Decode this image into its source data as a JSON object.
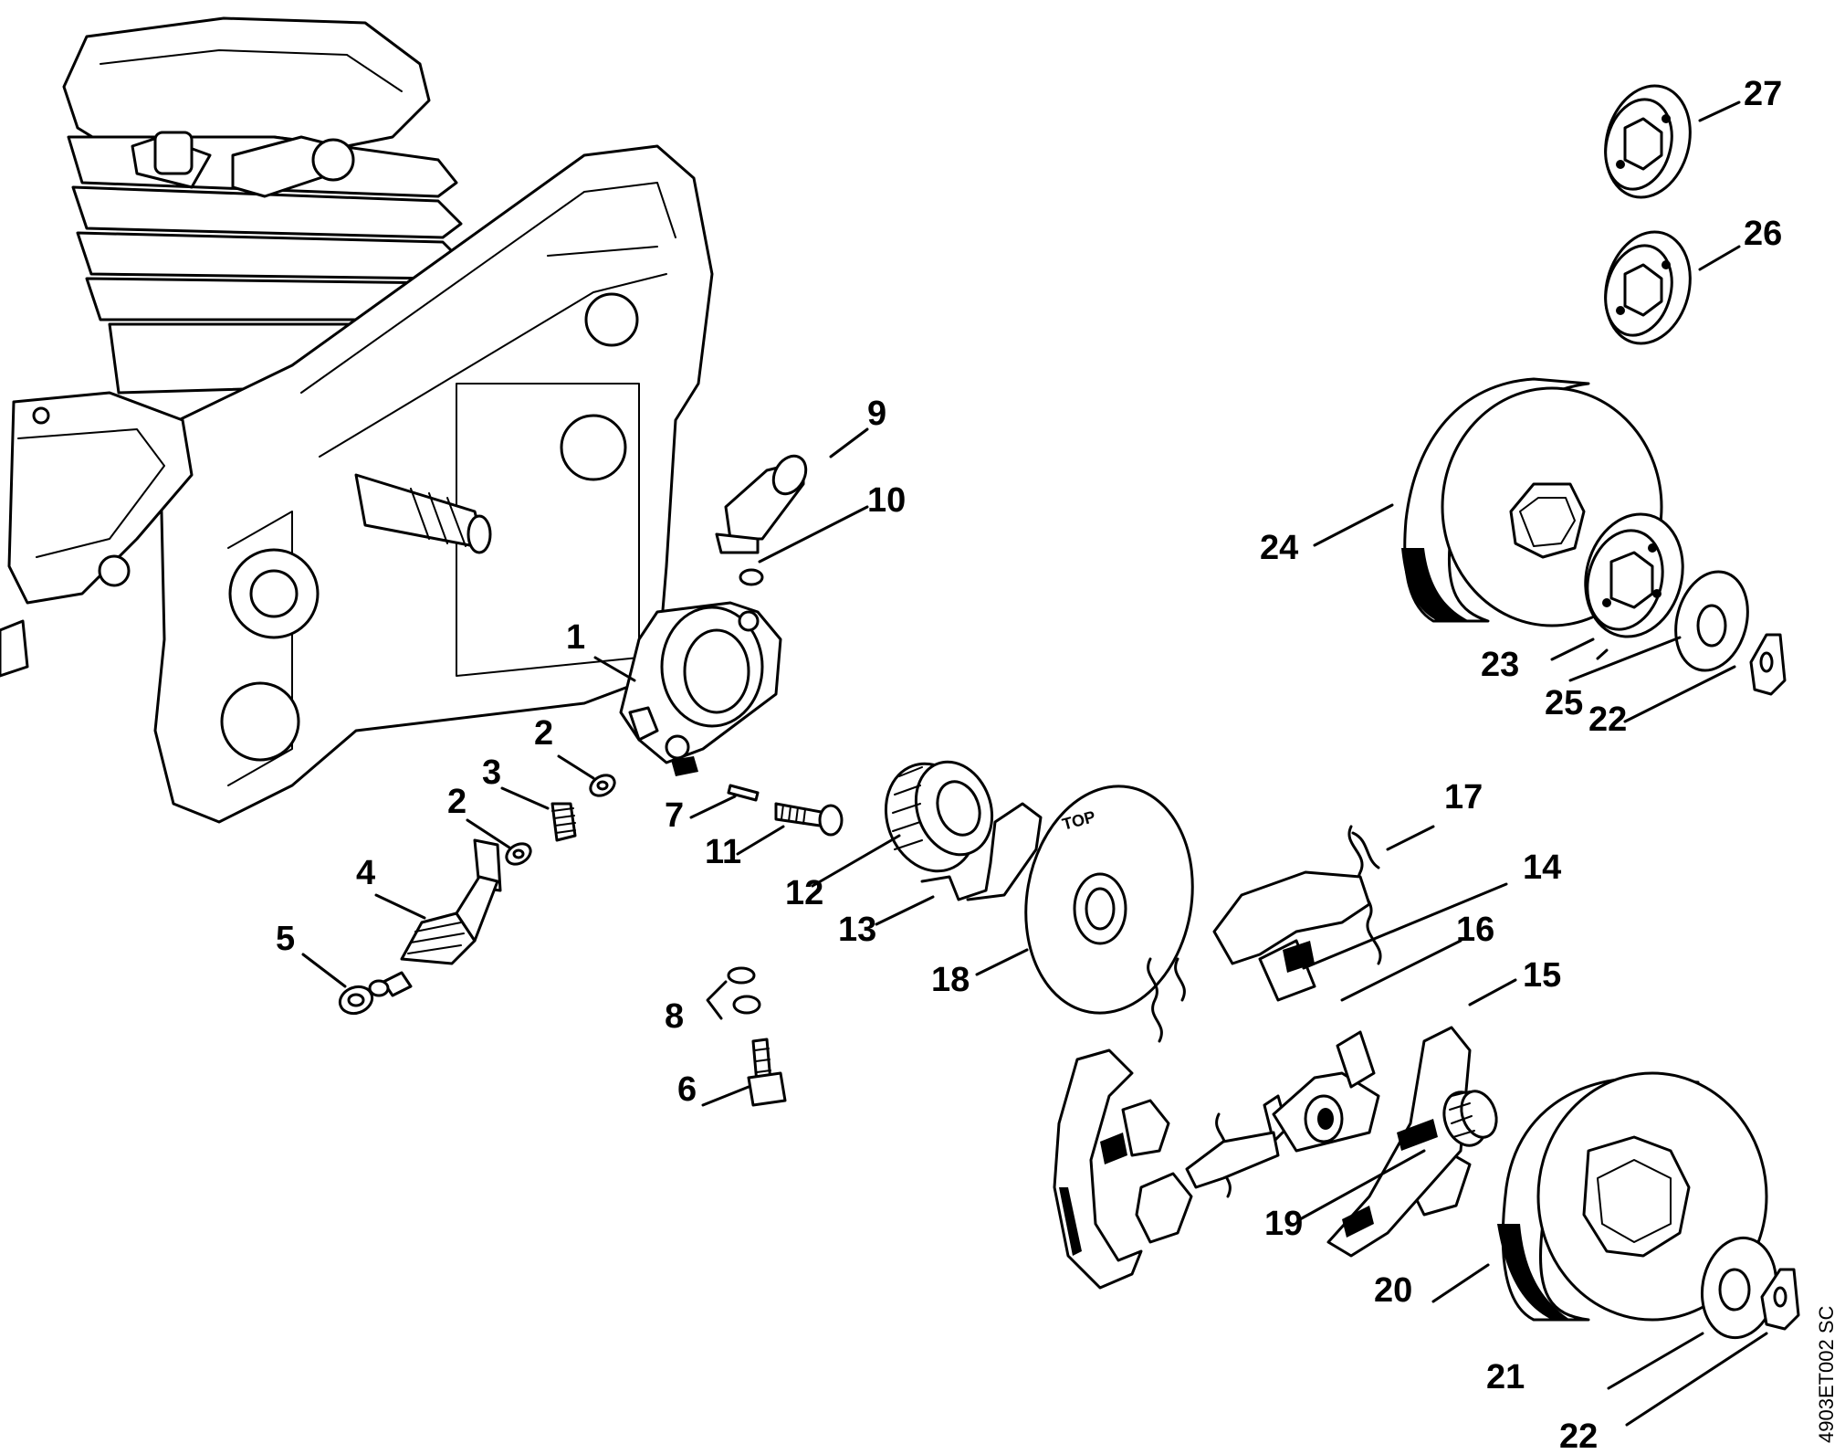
{
  "diagram": {
    "labels": [
      "1",
      "2",
      "2",
      "3",
      "4",
      "5",
      "6",
      "7",
      "8",
      "9",
      "10",
      "11",
      "12",
      "13",
      "14",
      "15",
      "16",
      "17",
      "18",
      "19",
      "20",
      "21",
      "22",
      "22",
      "23",
      "24",
      "25",
      "26",
      "27"
    ],
    "stamp_text": "TOP",
    "drawing_ref": "4903ET002 SC"
  }
}
